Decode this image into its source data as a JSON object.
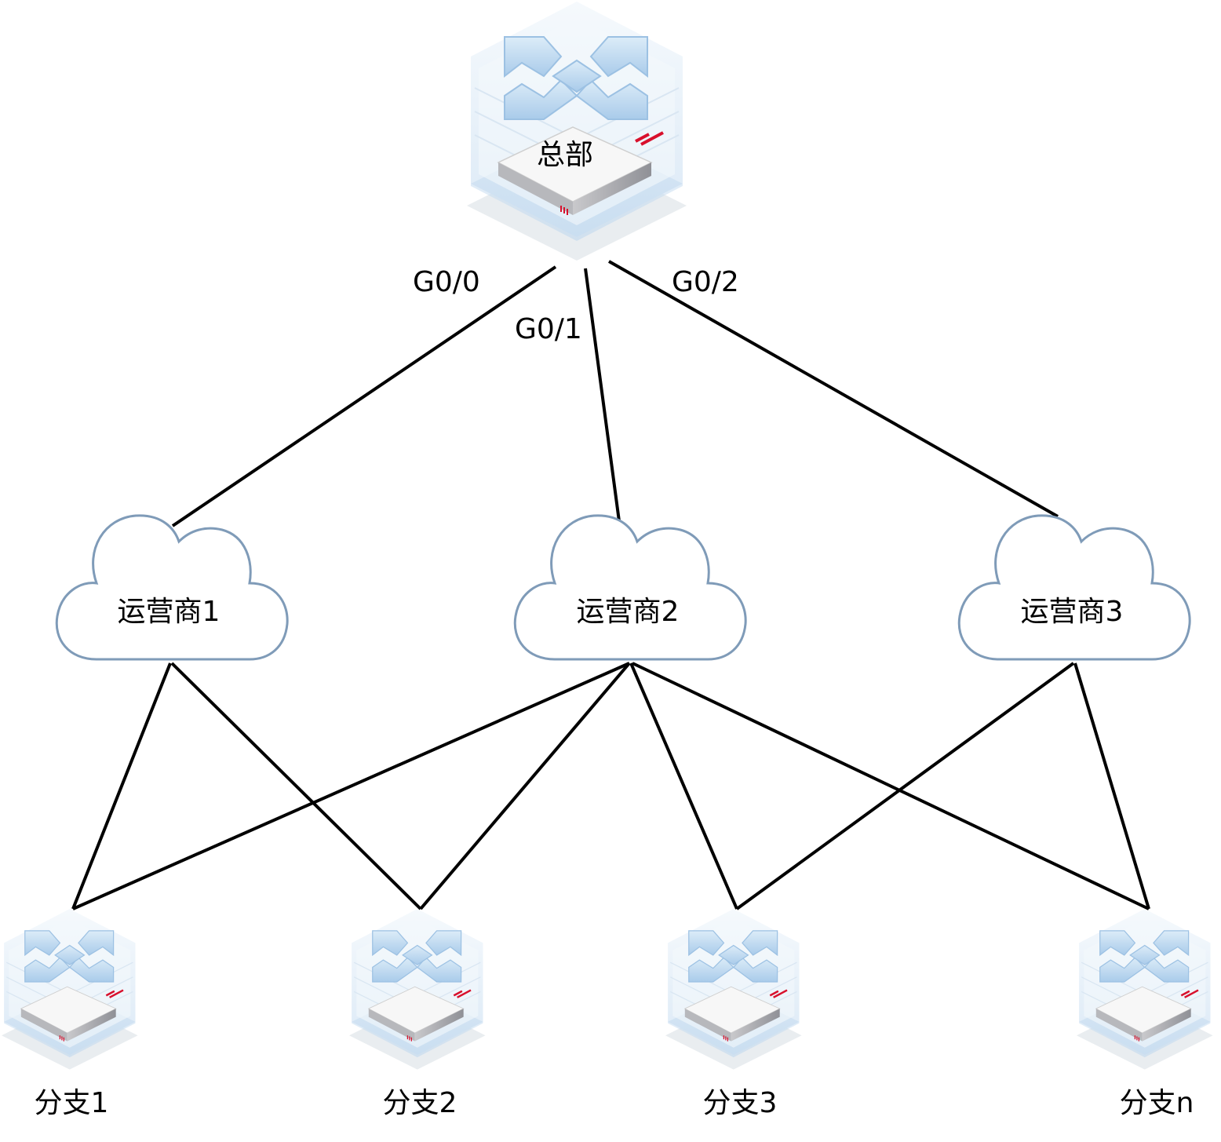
{
  "headquarters": {
    "label": "总部",
    "icon": "router-icon"
  },
  "ports": {
    "g00": "G0/0",
    "g01": "G0/1",
    "g02": "G0/2"
  },
  "clouds": [
    {
      "label": "运营商1",
      "icon": "cloud-icon"
    },
    {
      "label": "运营商2",
      "icon": "cloud-icon"
    },
    {
      "label": "运营商3",
      "icon": "cloud-icon"
    }
  ],
  "branches": [
    {
      "label": "分支1",
      "icon": "router-icon"
    },
    {
      "label": "分支2",
      "icon": "router-icon"
    },
    {
      "label": "分支3",
      "icon": "router-icon"
    },
    {
      "label": "分支n",
      "icon": "router-icon"
    }
  ],
  "colors": {
    "link": "#000000",
    "cloud_fill": "#ffffff",
    "cloud_stroke": "#7f9bb8",
    "device_blue": "#bcd8ef",
    "device_accent": "#d8102c"
  }
}
